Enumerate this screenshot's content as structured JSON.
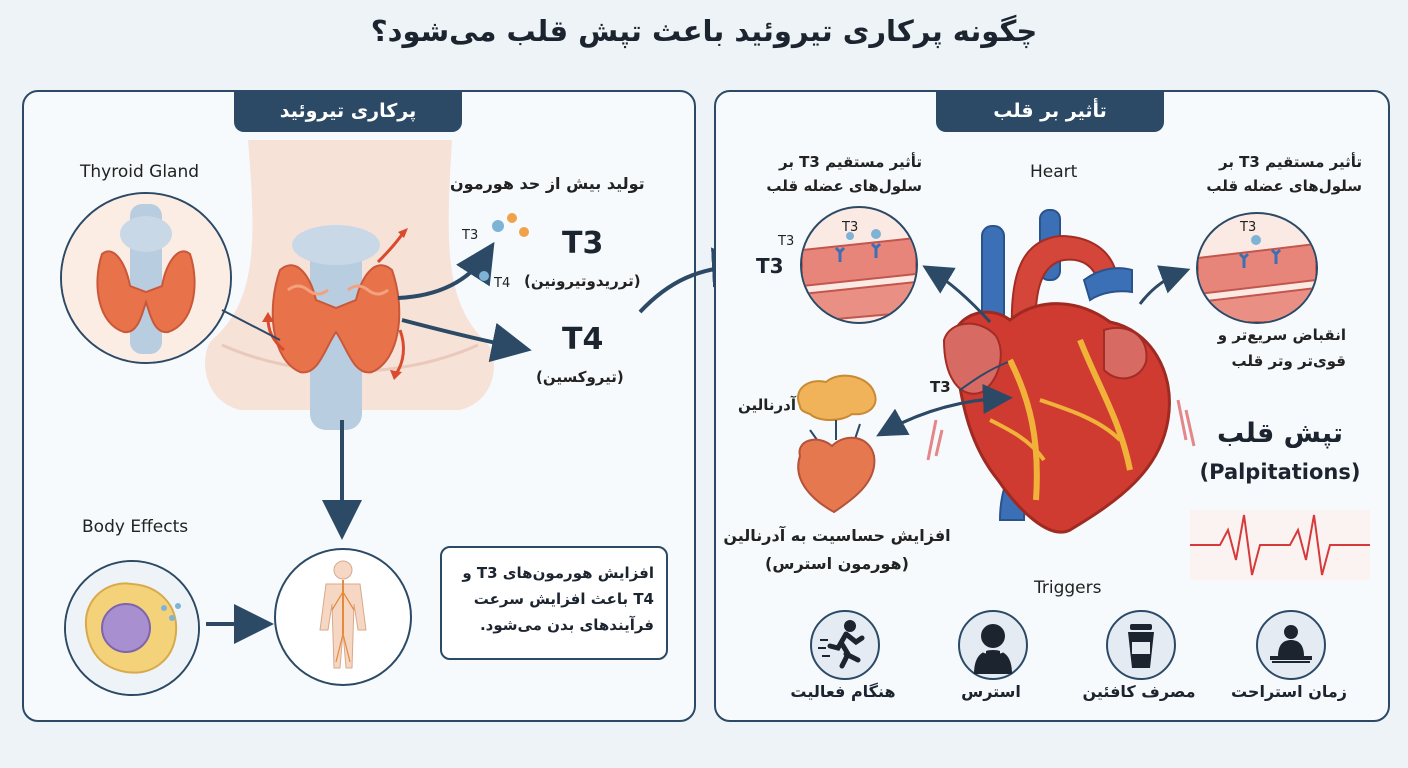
{
  "title": "چگونه پرکاری تیروئید باعث تپش قلب می‌شود؟",
  "left_panel": {
    "tab": "پرکاری تیروئید",
    "thyroid_gland_label": "Thyroid Gland",
    "overproduction_label": "تولید بیش از حد هورمون",
    "t3_small": "T3",
    "t4_small": "T4",
    "t3": {
      "symbol": "T3",
      "name": "(ترریدوتیرونین)"
    },
    "t4": {
      "symbol": "T4",
      "name": "(تیروکسین)"
    },
    "body_effects_label": "Body Effects",
    "body_effects_text": "افزایش هورمون‌های T3 و T4 باعث افزایش سرعت فرآیندهای بدن می‌شود."
  },
  "right_panel": {
    "tab": "تأثیر بر قلب",
    "heart_label": "Heart",
    "t3_arrow_label": "T3",
    "direct_effect_left": "تأثیر مستقیم T3 بر سلول‌های عضله قلب",
    "direct_effect_right": "تأثیر مستقیم  T3 بر سلول‌های عضله قلب",
    "cell_t3_a": "T3",
    "cell_t3_b": "T3",
    "cell_t3_c": "T3",
    "contraction_text": "انقباض سریع‌تر  و قوی‌تر وتر قلب",
    "adrenaline_label": "آدرنالین",
    "heart_t3_label": "T3",
    "sensitivity_text": "افزایش حساسیت به آدرنالین",
    "sensitivity_sub": "(هورمون استرس)",
    "palpitations_fa": "تپش قلب",
    "palpitations_en": "(Palpitations)",
    "triggers_label": "Triggers",
    "triggers": [
      {
        "label": "هنگام فعالیت",
        "icon": "running-person-icon"
      },
      {
        "label": "استرس",
        "icon": "stressed-person-icon"
      },
      {
        "label": "مصرف کافئین",
        "icon": "coffee-cup-icon"
      },
      {
        "label": "زمان استراحت",
        "icon": "resting-person-icon"
      }
    ]
  },
  "colors": {
    "navy": "#2c4a66",
    "thyroid": "#e8734a",
    "heart_red": "#c8372d",
    "artery_blue": "#3b6fb6",
    "ecg_red": "#d63a3a"
  }
}
